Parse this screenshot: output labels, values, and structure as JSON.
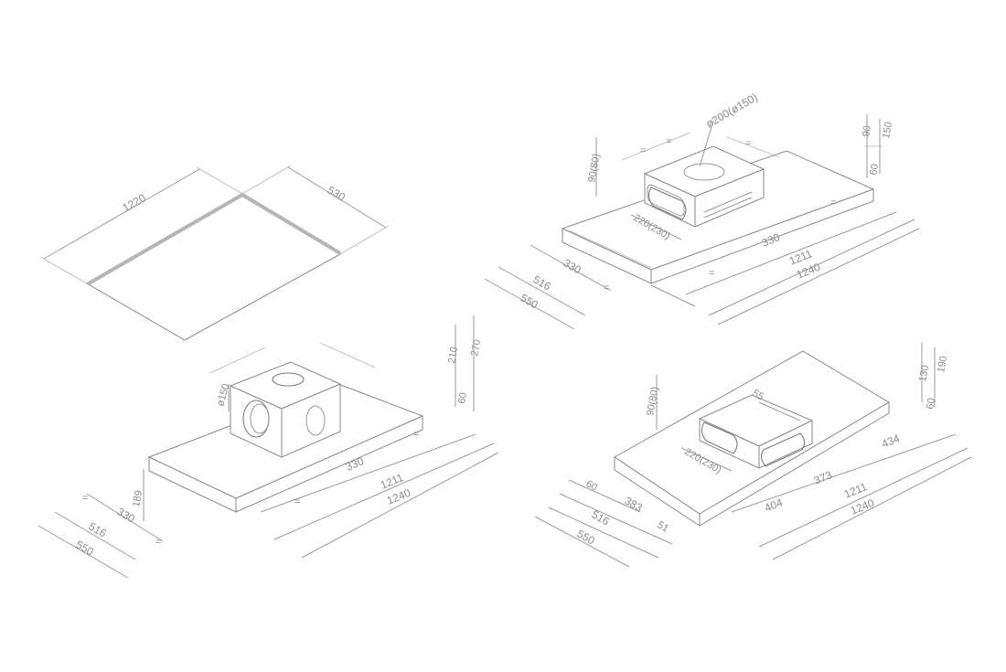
{
  "view_cutout": {
    "length": "1220",
    "width": "530"
  },
  "view_top_spigot": {
    "spigot_diameter": "ø200(ø150)",
    "height_90": "90",
    "height_150": "150",
    "height_60": "60",
    "side_height": "90(80)",
    "box_depth": "220(230)",
    "offset_330_a": "330",
    "offset_330_b": "330",
    "inner_depth": "516",
    "outer_depth": "550",
    "inner_length": "1211",
    "outer_length": "1240",
    "equal_mark": "="
  },
  "view_motor_box": {
    "spigot_diameter": "ø150",
    "height_210": "210",
    "height_270": "270",
    "height_60": "60",
    "offset_330_a": "330",
    "offset_330_b": "330",
    "depth_189": "189",
    "inner_depth": "516",
    "outer_depth": "550",
    "inner_length": "1211",
    "outer_length": "1240",
    "equal_mark": "="
  },
  "view_side_duct": {
    "duct_55": "55",
    "height_130": "130",
    "height_190": "190",
    "height_60": "60",
    "side_height": "90(80)",
    "box_depth": "220(230)",
    "dim_60": "60",
    "dim_383": "383",
    "inner_depth": "516",
    "outer_depth": "550",
    "dim_51": "51",
    "dim_404": "404",
    "dim_373": "373",
    "dim_434": "434",
    "inner_length": "1211",
    "outer_length": "1240"
  }
}
